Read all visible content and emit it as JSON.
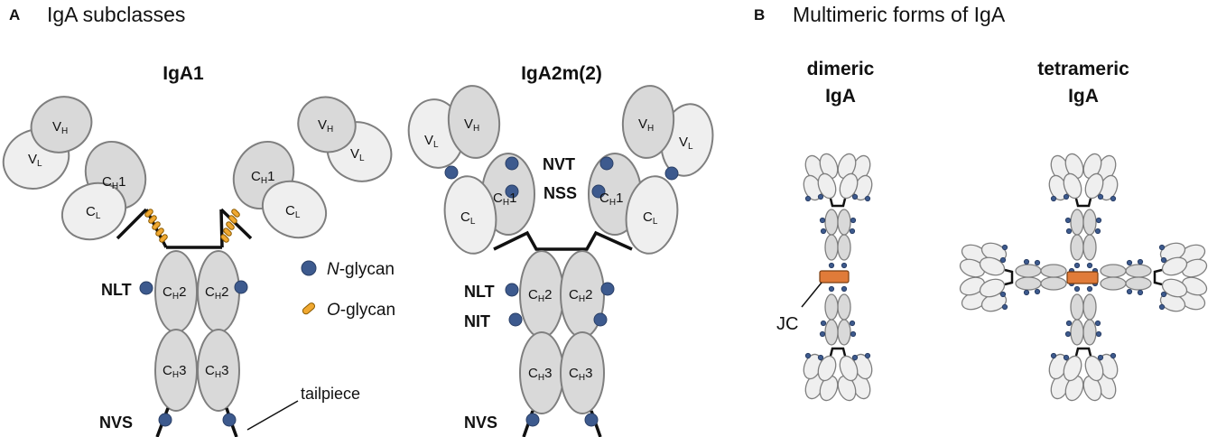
{
  "panel_a": {
    "letter": "A",
    "title": "IgA subclasses",
    "iga1": {
      "title": "IgA1",
      "labels": {
        "nlt": "NLT",
        "nvs": "NVS",
        "tailpiece": "tailpiece"
      }
    },
    "iga2": {
      "title": "IgA2m(2)",
      "labels": {
        "nvt": "NVT",
        "nss": "NSS",
        "nlt": "NLT",
        "nit": "NIT",
        "nvs": "NVS"
      }
    },
    "domains": {
      "v": "V",
      "c": "C",
      "sub_h": "H",
      "sub_l": "L",
      "num_1": "1",
      "num_2": "2",
      "num_3": "3"
    },
    "legend": {
      "n_glycan_italic": "N",
      "n_glycan_rest": "-glycan",
      "o_glycan_italic": "O",
      "o_glycan_rest": "-glycan"
    }
  },
  "panel_b": {
    "letter": "B",
    "title": "Multimeric forms of IgA",
    "dimeric": {
      "line1": "dimeric",
      "line2": "IgA",
      "jc": "JC"
    },
    "tetrameric": {
      "line1": "tetrameric",
      "line2": "IgA"
    }
  },
  "colors": {
    "domain_fill": "#d9d9d9",
    "light_chain_fill": "#efefef",
    "n_glycan": "#3d5a8e",
    "o_glycan": "#f0a830",
    "joining_chain": "#e07b39"
  }
}
